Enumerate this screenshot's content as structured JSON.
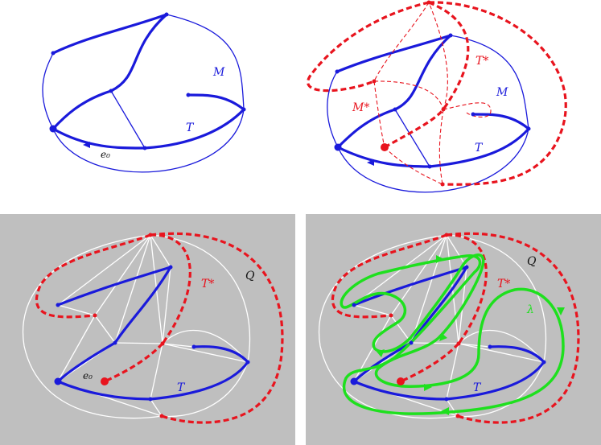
{
  "panels": [
    {
      "id": "top-left",
      "background": "#ffffff",
      "labels": {
        "map": "M",
        "tree": "T",
        "edge": "e₀"
      }
    },
    {
      "id": "top-right",
      "background": "#ffffff",
      "labels": {
        "map": "M",
        "tree": "T",
        "dual_map": "M*",
        "dual_tree": "T*"
      }
    },
    {
      "id": "bottom-left",
      "background": "#bfbfbf",
      "labels": {
        "quad": "Q",
        "tree": "T",
        "dual_tree": "T*",
        "edge": "e₀"
      }
    },
    {
      "id": "bottom-right",
      "background": "#bfbfbf",
      "labels": {
        "quad": "Q",
        "tree": "T",
        "dual_tree": "T*",
        "contour": "λ"
      }
    }
  ],
  "colors": {
    "primal": "#1a1adb",
    "dual": "#e8141e",
    "quad": "#ffffff",
    "contour": "#1ee01e",
    "edge_label": "#111111",
    "gray_bg": "#bfbfbf"
  }
}
